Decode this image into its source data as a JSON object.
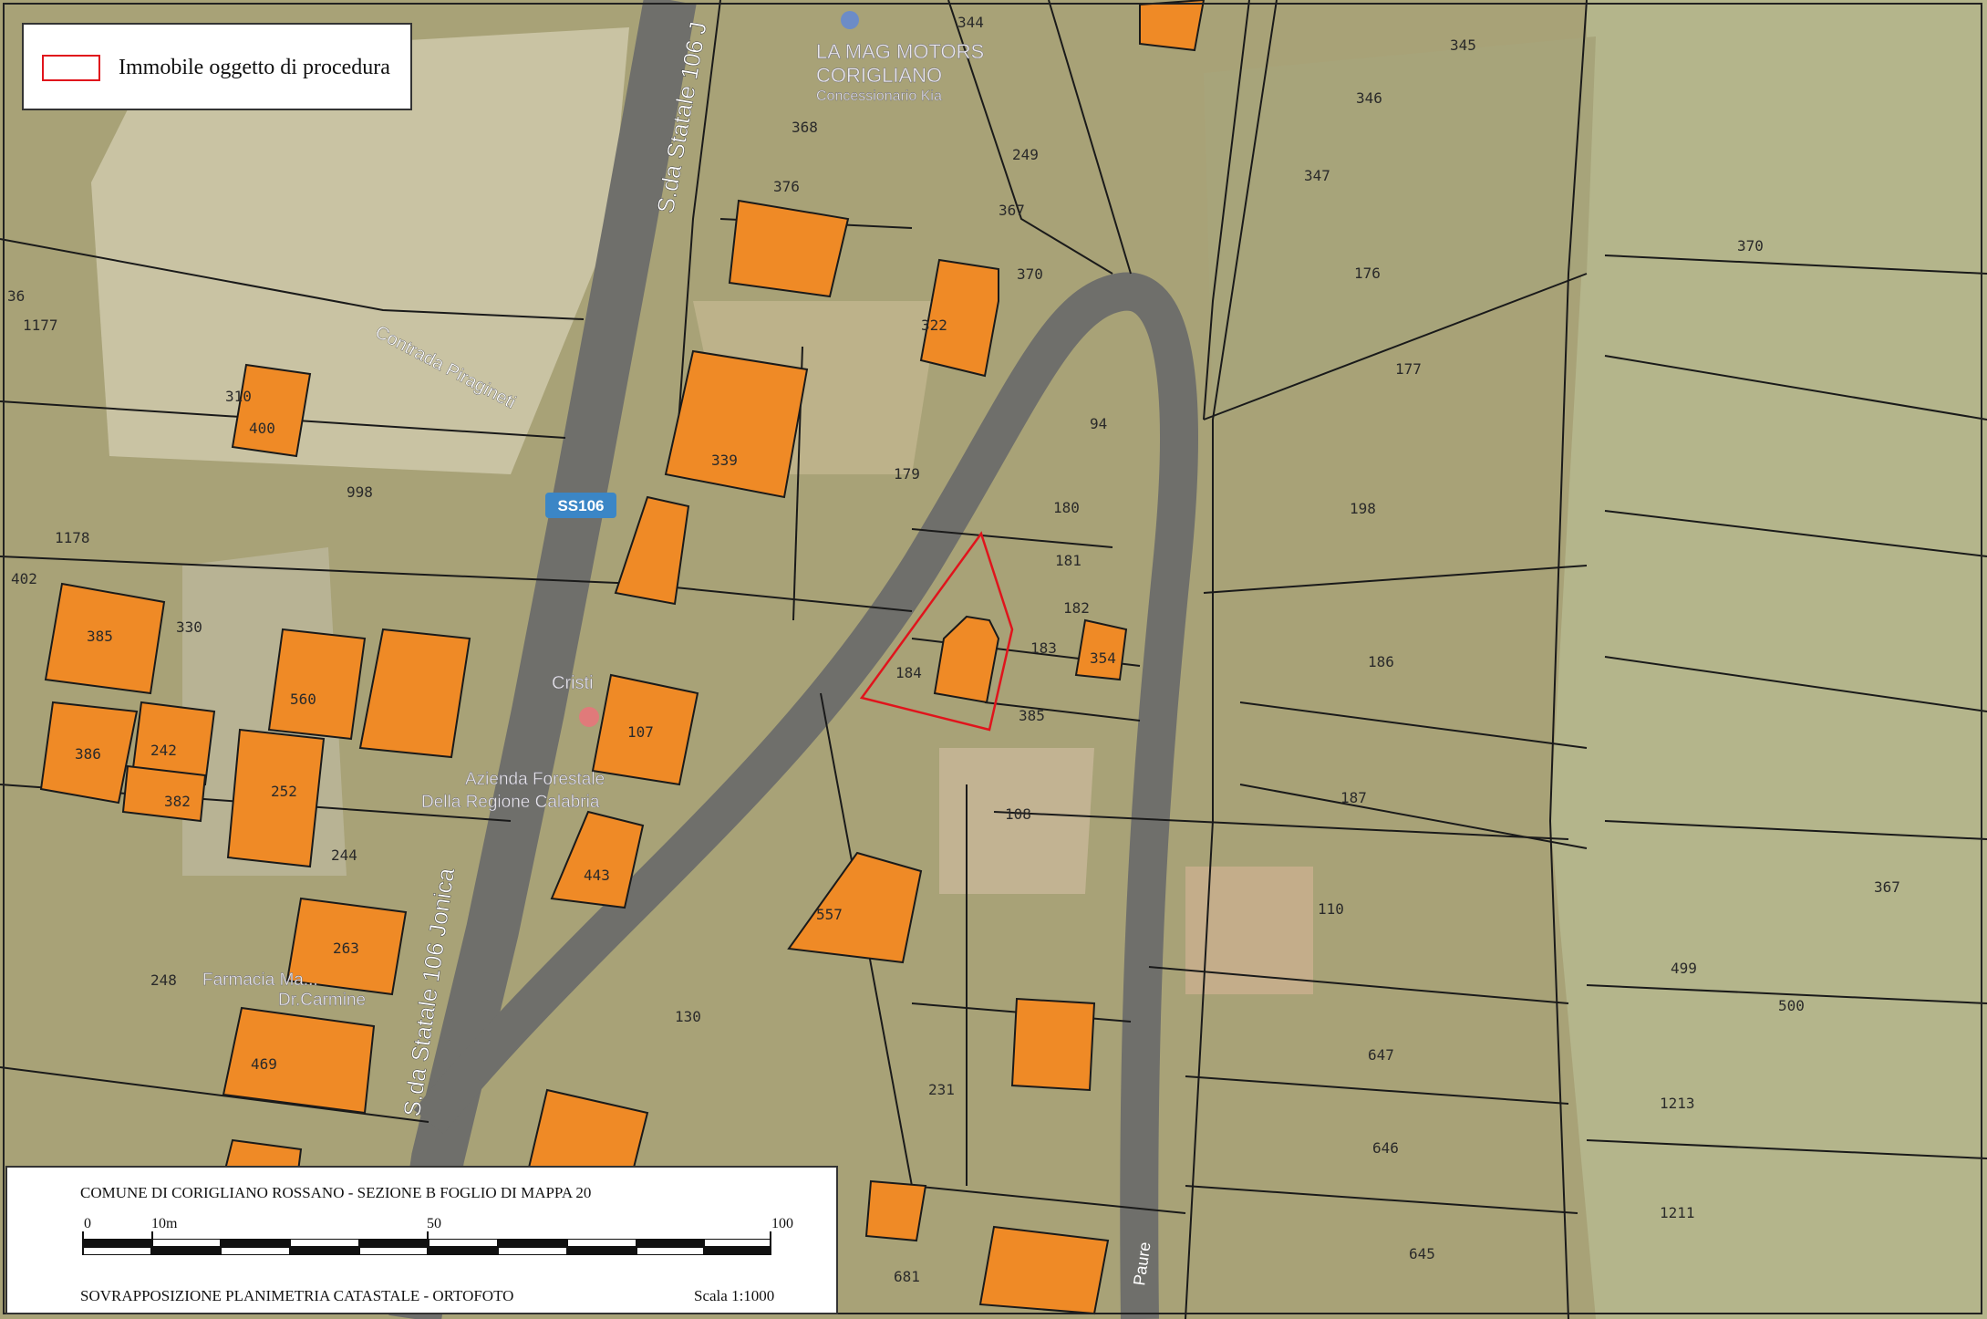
{
  "legend": {
    "label": "Immobile oggetto di procedura",
    "swatch_color": "#e0141c"
  },
  "titlebox": {
    "title": "COMUNE DI CORIGLIANO ROSSANO - SEZIONE B FOGLIO DI MAPPA 20",
    "subtitle": "SOVRAPPOSIZIONE PLANIMETRIA CATASTALE - ORTOFOTO",
    "scale": "Scala 1:1000",
    "ticks": [
      "0",
      "10m",
      "50",
      "100"
    ]
  },
  "roads": {
    "ss_label_top": "S.da Statale 106 J",
    "ss_label_bottom": "S.da Statale 106 Jonica",
    "shield": "SS106",
    "contrada": "Contrada Piragineti",
    "via_label": "Paure"
  },
  "places": {
    "moto_1": "LA MAG MOTORS",
    "moto_2": "CORIGLIANO",
    "moto_3": "Concessionario Kia",
    "az_1": "Azienda Forestale",
    "az_2": "Della Regione Calabria",
    "cri": "Cristi",
    "farm_1": "Farmacia Ma...",
    "farm_2": "Dr.Carmine"
  },
  "parcels": [
    "344",
    "345",
    "346",
    "347",
    "370",
    "368",
    "376",
    "249",
    "367",
    "370",
    "176",
    "177",
    "322",
    "400",
    "310",
    "998",
    "339",
    "179",
    "94",
    "180",
    "181",
    "182",
    "183",
    "184",
    "354",
    "385",
    "186",
    "198",
    "187",
    "107",
    "108",
    "110",
    "557",
    "443",
    "385",
    "330",
    "386",
    "242",
    "252",
    "382",
    "560",
    "244",
    "248",
    "263",
    "469",
    "130",
    "231",
    "647",
    "646",
    "645",
    "681",
    "499",
    "500",
    "1213",
    "1211",
    "367",
    "1178",
    "402",
    "1177",
    "36"
  ],
  "colors": {
    "building": "#ef8a26",
    "building_edge": "#1a1a1a",
    "road": "#6f6f6b",
    "parcel_line": "#1a1a1a",
    "subject": "#e0141c",
    "land": "#a8a277",
    "field": "#b7b68a",
    "orchard": "#b3b48a",
    "shield_bg": "#3b86c6"
  }
}
